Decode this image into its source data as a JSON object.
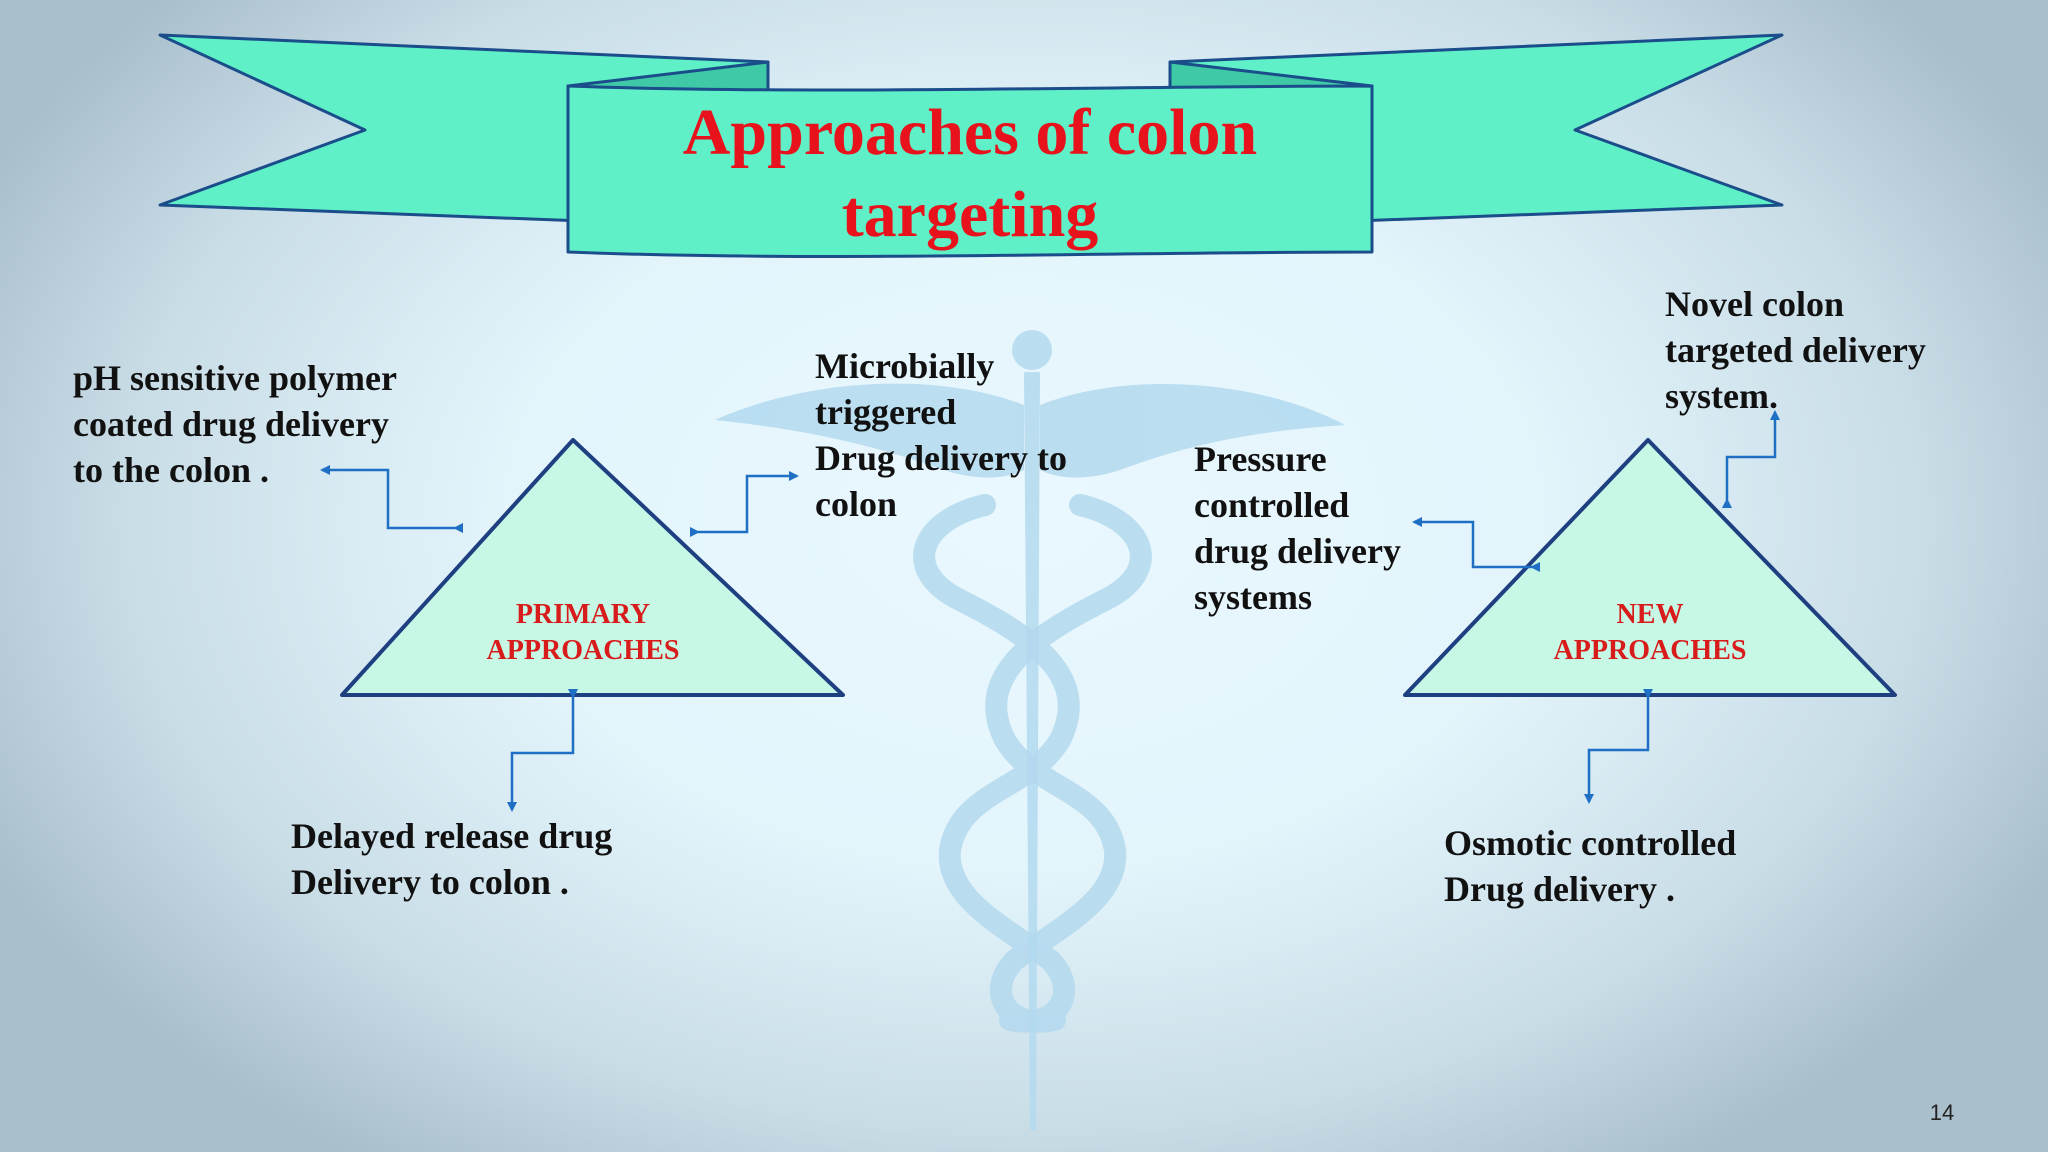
{
  "title": {
    "line1": "Approaches of colon",
    "line2": "targeting"
  },
  "primary": {
    "label_line1": "PRIMARY",
    "label_line2": "APPROACHES",
    "items": {
      "ph": [
        "pH sensitive polymer",
        "coated drug delivery",
        "to the colon ."
      ],
      "microbial": [
        "Microbially",
        "triggered",
        "Drug delivery to",
        "colon"
      ],
      "delayed": [
        "Delayed release drug",
        "Delivery to colon ."
      ]
    }
  },
  "new": {
    "label_line1": "NEW",
    "label_line2": "APPROACHES",
    "items": {
      "pressure": [
        "Pressure",
        "controlled",
        "drug delivery",
        "systems"
      ],
      "novel": [
        "Novel colon",
        "targeted delivery",
        "system."
      ],
      "osmotic": [
        "Osmotic controlled",
        "Drug delivery ."
      ]
    }
  },
  "page_number": "14",
  "colors": {
    "banner_fill": "#5ff0c8",
    "banner_stroke": "#1a4d8a",
    "title_red": "#e8121c",
    "triangle_fill": "#c7f8e6",
    "triangle_stroke": "#1e3f80",
    "arrow_blue": "#1f6fc4",
    "caduceus": "#a8d3ea"
  }
}
